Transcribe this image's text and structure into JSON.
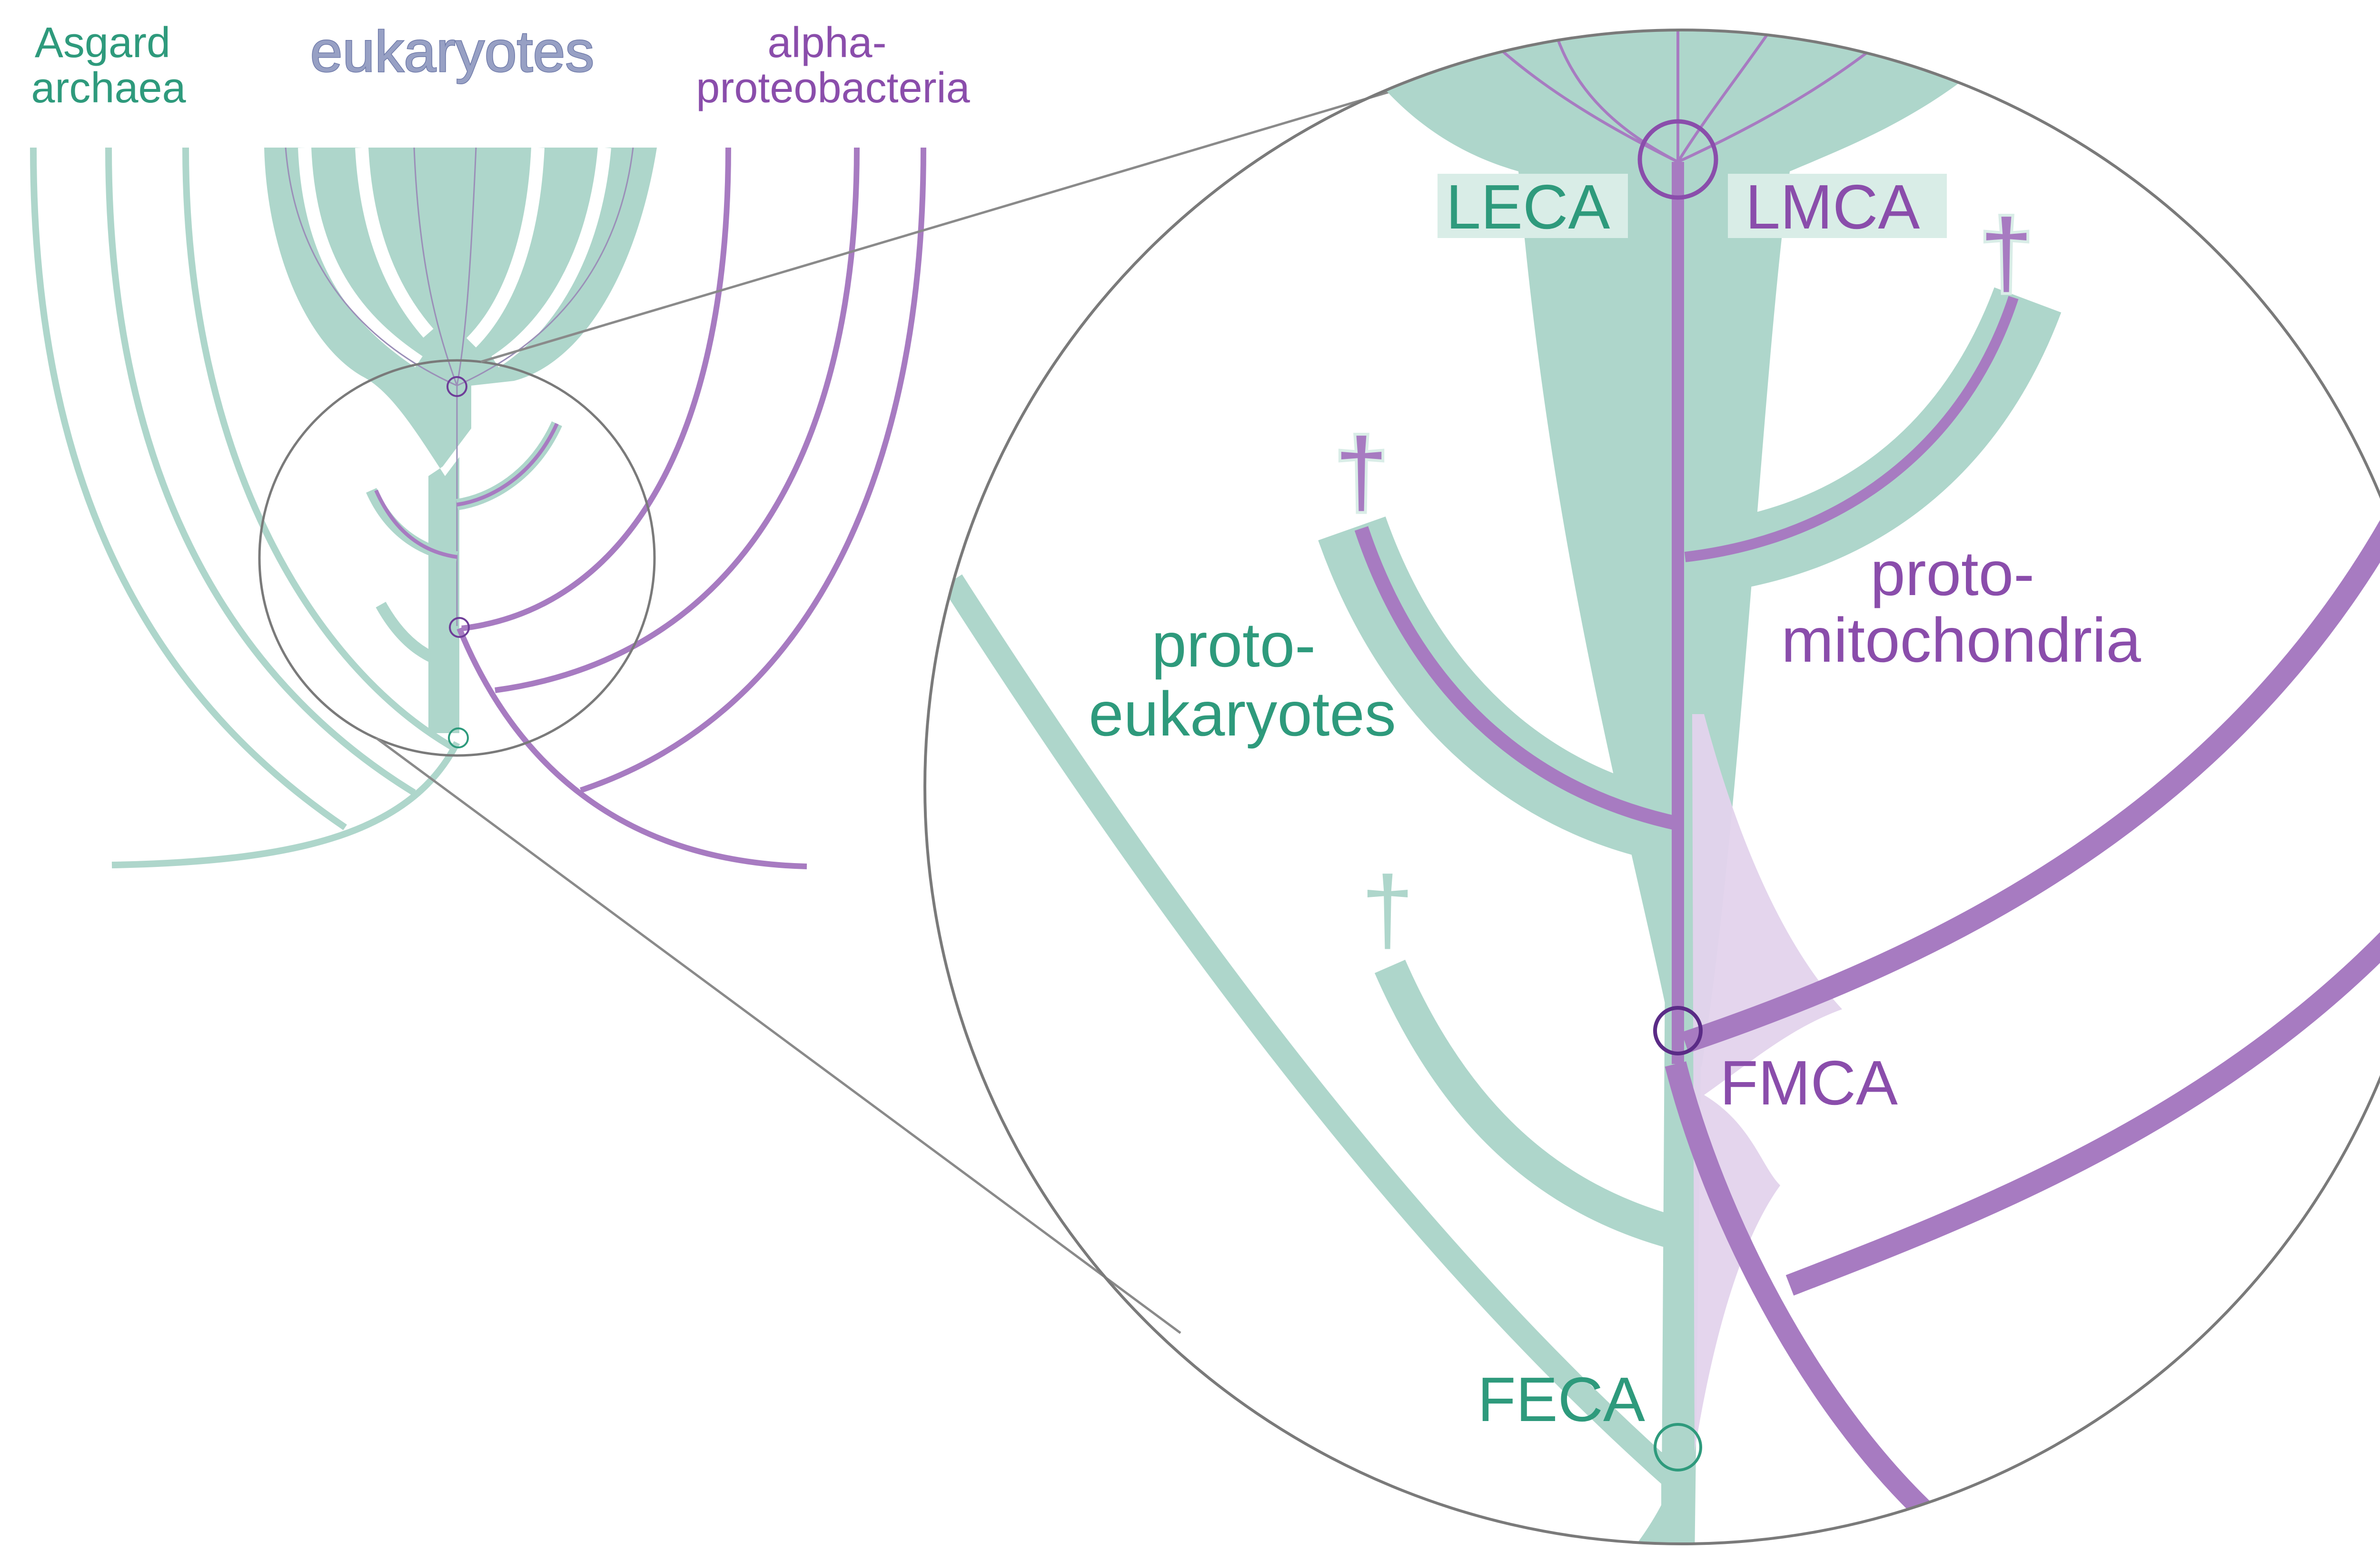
{
  "labels": {
    "asgard": [
      "Asgard",
      "archaea"
    ],
    "eukaryotes": "eukaryotes",
    "alpha": [
      "alpha-",
      "proteobacteria"
    ],
    "leca": "LECA",
    "lmca": "LMCA",
    "fmca": "FMCA",
    "feca": "FECA",
    "proto_eukaryotes": [
      "proto-",
      "eukaryotes"
    ],
    "proto_mitochondria": [
      "proto-",
      "mitochondria"
    ],
    "dagger": "†"
  },
  "colors": {
    "teal": "#aed6cb",
    "teal_text": "#2e9a7c",
    "purple": "#a77bc1",
    "purple_text": "#8a4dab",
    "purple_light": "#e3d3ec",
    "circle": "#7a7a7a",
    "node_purple": "#6e3d98"
  }
}
